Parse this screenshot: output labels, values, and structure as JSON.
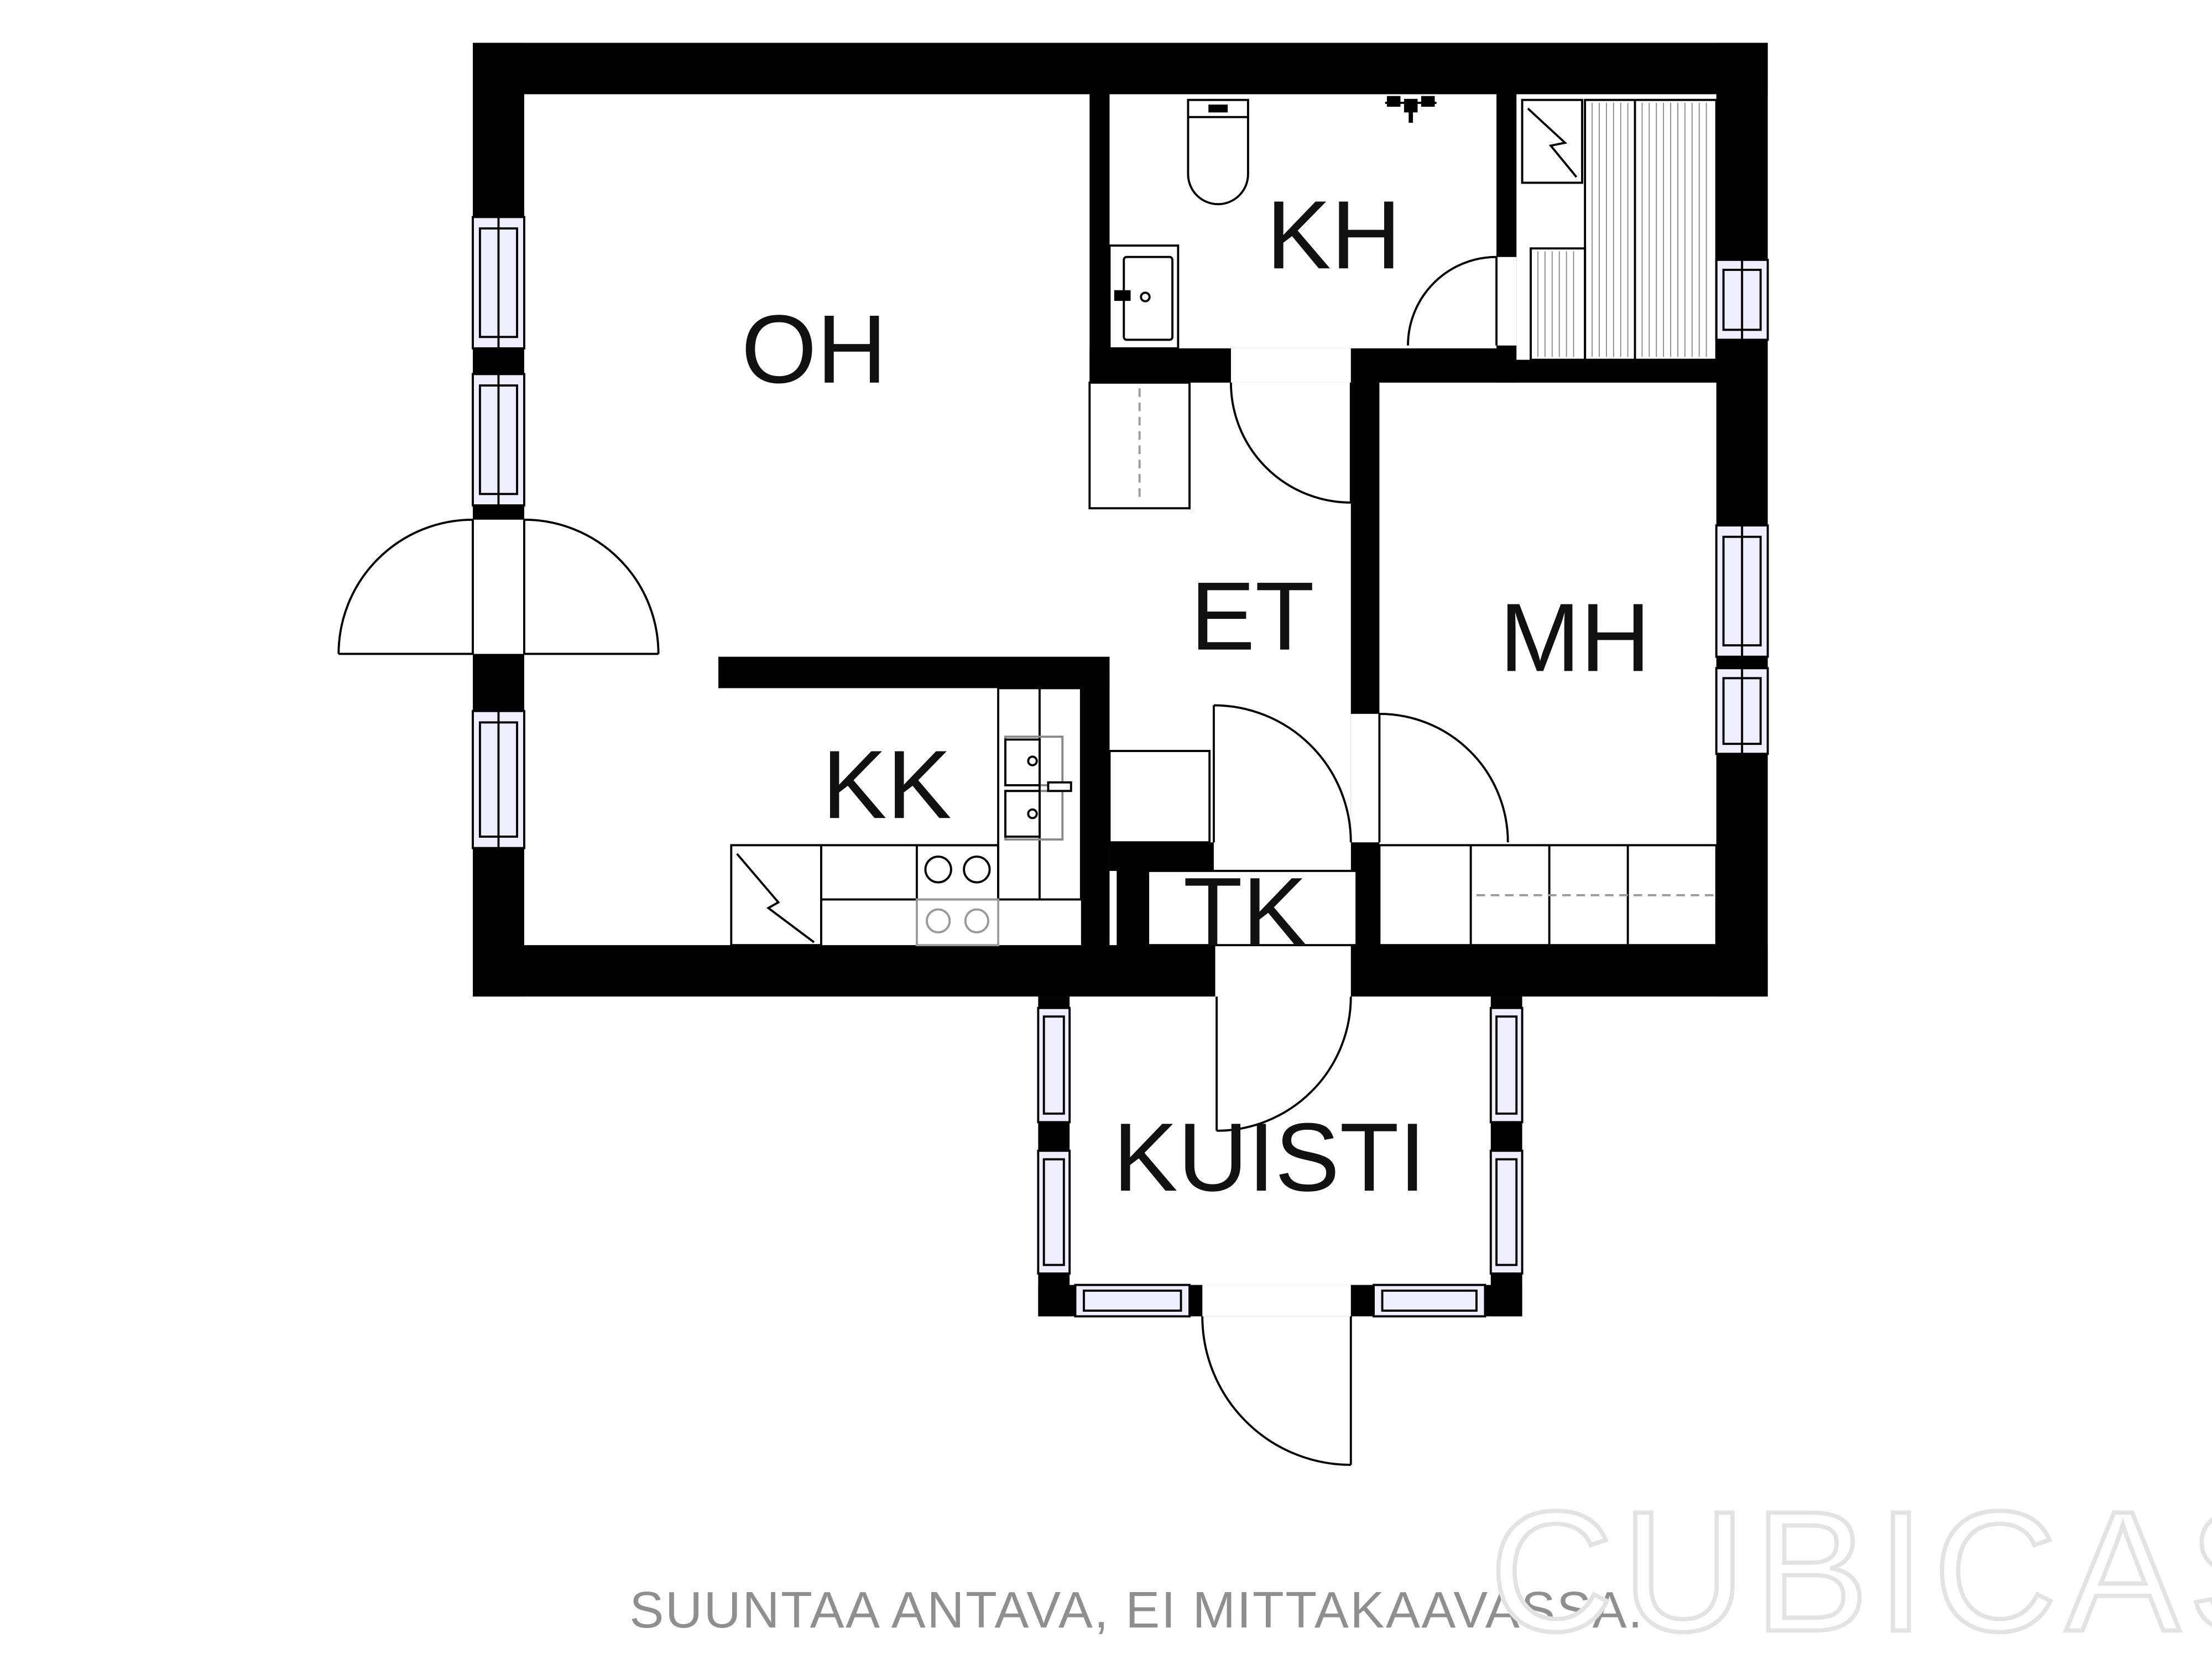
{
  "rooms": {
    "oh": "OH",
    "kh": "KH",
    "et": "ET",
    "mh": "MH",
    "kk": "KK",
    "tk": "TK",
    "kuisti": "KUISTI"
  },
  "footer": {
    "note": "SUUNTAA ANTAVA, EI MITTAKAAVASSA.",
    "brand": "CUBICASA"
  },
  "colors": {
    "wall": "#000000",
    "window_glass": "#eeeeff",
    "line": "#000000",
    "dashed": "#9a9a9a",
    "footer_text": "#8f8f8f"
  }
}
